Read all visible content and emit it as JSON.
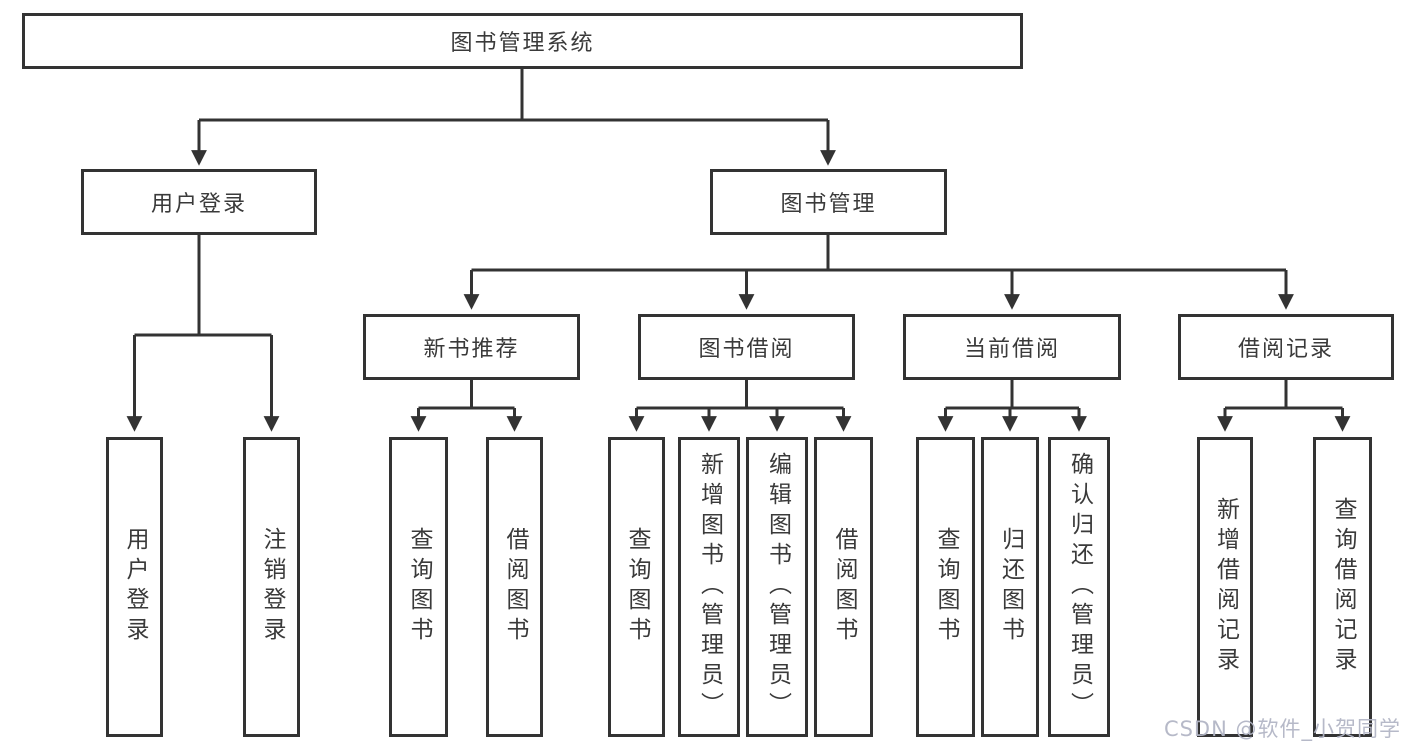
{
  "tree": {
    "label": "图书管理系统",
    "children": [
      {
        "label": "用户登录",
        "children": [
          {
            "label": "用户登录"
          },
          {
            "label": "注销登录"
          }
        ]
      },
      {
        "label": "图书管理",
        "children": [
          {
            "label": "新书推荐",
            "children": [
              {
                "label": "查询图书"
              },
              {
                "label": "借阅图书"
              }
            ]
          },
          {
            "label": "图书借阅",
            "children": [
              {
                "label": "查询图书"
              },
              {
                "label": "新增图书（管理员）"
              },
              {
                "label": "编辑图书（管理员）"
              },
              {
                "label": "借阅图书"
              }
            ]
          },
          {
            "label": "当前借阅",
            "children": [
              {
                "label": "查询图书"
              },
              {
                "label": "归还图书"
              },
              {
                "label": "确认归还（管理员）"
              }
            ]
          },
          {
            "label": "借阅记录",
            "children": [
              {
                "label": "新增借阅记录"
              },
              {
                "label": "查询借阅记录"
              }
            ]
          }
        ]
      }
    ]
  },
  "watermark": "CSDN @软件_小贺同学",
  "colors": {
    "line": "#333333",
    "box_border": "#333333",
    "box_background": "#ffffff",
    "text": "#3a3a3a",
    "watermark": "#b2b5c5"
  }
}
